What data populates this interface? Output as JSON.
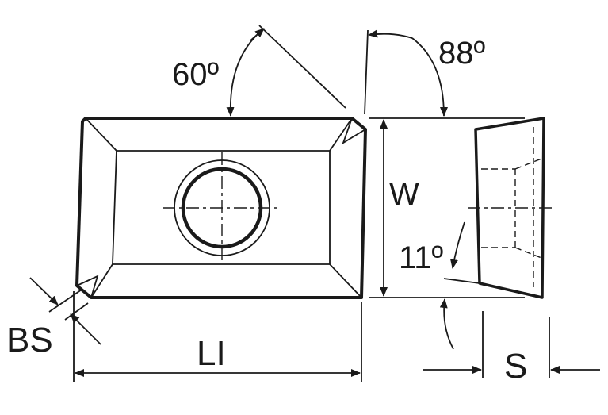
{
  "labels": {
    "angle_top": "60º",
    "angle_side": "88º",
    "width": "W",
    "clearance": "11º",
    "chamfer": "BS",
    "length": "LI",
    "thickness": "S"
  },
  "colors": {
    "ink": "#1a1a1a",
    "background": "#ffffff"
  }
}
